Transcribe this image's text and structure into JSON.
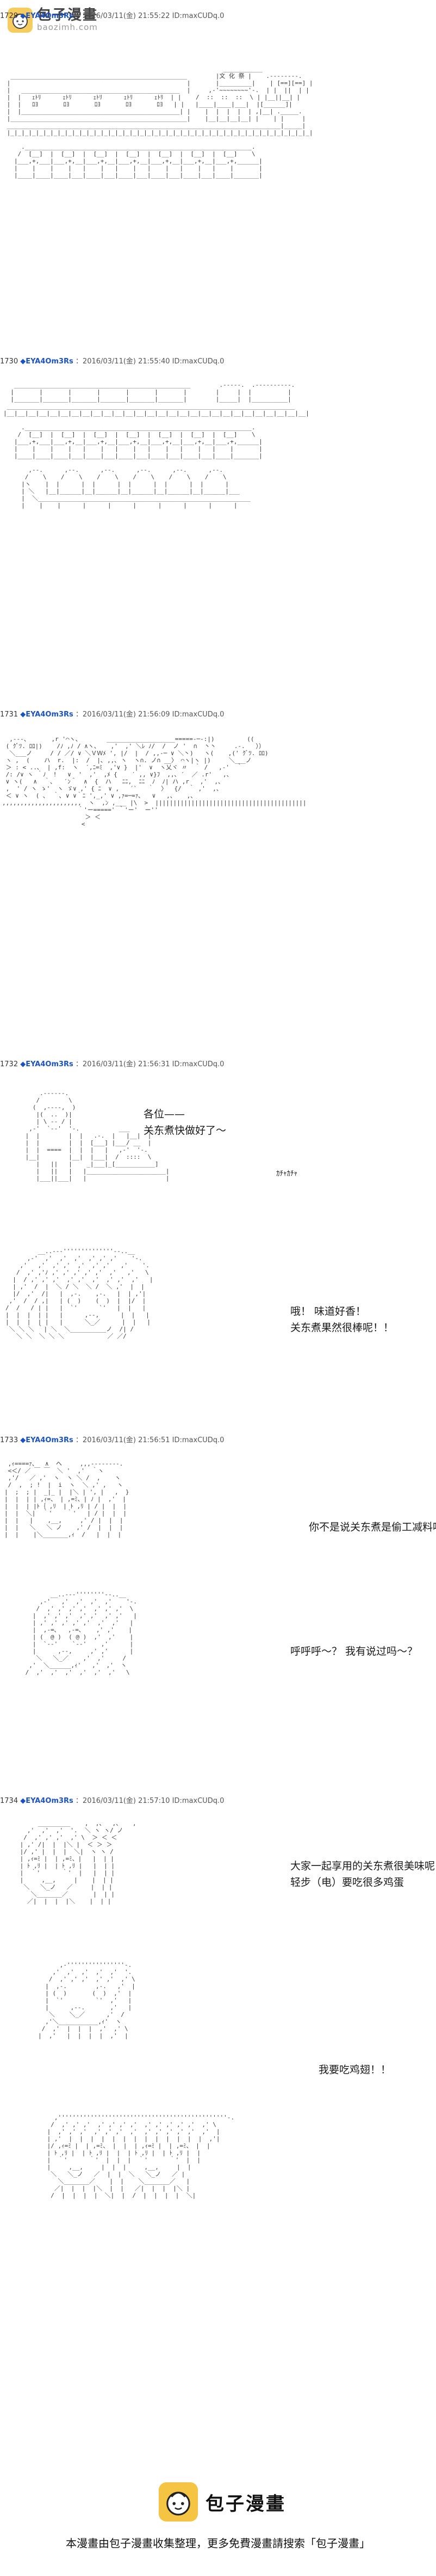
{
  "watermark": {
    "name": "包子漫畫",
    "domain": "baozimh.com",
    "icon": "baozi-face-icon"
  },
  "posts": [
    {
      "num": "1729",
      "name": "◆EYA4Om3Rs",
      "meta": "：2016/03/11(金) 21:55:22 ID:maxCUDq.0"
    },
    {
      "num": "1730",
      "name": "◆EYA4Om3Rs",
      "meta": "：2016/03/11(金) 21:55:40 ID:maxCUDq.0"
    },
    {
      "num": "1731",
      "name": "◆EYA4Om3Rs",
      "meta": "：2016/03/11(金) 21:56:09 ID:maxCUDq.0"
    },
    {
      "num": "1732",
      "name": "◆EYA4Om3Rs",
      "meta": "：2016/03/11(金) 21:56:31 ID:maxCUDq.0"
    },
    {
      "num": "1733",
      "name": "◆EYA4Om3Rs",
      "meta": "：2016/03/11(金) 21:56:51 ID:maxCUDq.0"
    },
    {
      "num": "1734",
      "name": "◆EYA4Om3Rs",
      "meta": "：2016/03/11(金) 21:57:10 ID:maxCUDq.0"
    }
  ],
  "speech": {
    "s1": "各位——\n关东煮快做好了～",
    "s1_sfx": "ｶﾁｬｶﾁｬ",
    "s2": "哦！ 味道好香！\n关东煮果然很棒呢！！",
    "s3": "你不是说关东煮是偷工减料吗？",
    "s4": "呼呼呼～？ 我有说过吗～？",
    "s5": "大家一起享用的关东煮很美味呢\n轻步（电）要吃很多鸡蛋",
    "s6": "我要吃鸡翅！！"
  },
  "aa": {
    "a1": "                                                             ___________\n  _________________________________________________        |文 化 祭 |    .--------.\n |                                                 |       |_________|    | [==][==] |\n |   ____________________________________________  |     ,-'~~~~~~~~'-.  | |  ||  | |\n |  |   ｪﾄﾘ      ｪﾄﾘ      ｪﾄﾘ      ｪﾄﾘ      ｪﾄﾘ  | |    /  ::  ::  ::  \\ | |__||__| |\n |  |   ﾛﾖ       ﾛﾖ       ﾛﾖ       ﾛﾖ       ﾛﾖ   | |   |____|____|___|  |[______]|\n |  |____________________________________________| |    |  |  |  |  | ,|__| ._____.\n |_________________________________________________|    |__|__|__|__| |    | |     |\n ____________________________________________________________________________|_____|\n |_|_|_|_|_|_|_|_|_|_|_|_|_|_|_|_|_|_|_|_|_|_|_|_|_|_|_|_|_|_|_|_|_|_|_|_|_|_|_|_|_|_|\n\n     ._______________________________________________________________.\n    /  [__]  |  [__]  |  [__]  |  [__]  |  [__]  |  [__]  |  [__]    \\\n   |___,+,___|___,+,__|___,+,__|___,+,__|___,+,__|___,+,__|___,+,______|\n   |    |    |    |   |    |   |    |   |    |   |    |   |    |       |\n   |____|____|____|___|____|___|____|___|____|___|____|___|____|_______|\n",
    "a2": "   _________________________________________________        .-----.  .----------.\n  |       |       |       |       |       |       |        |     |  |          |\n  |_______|_______|_______|_______|_______|_______|        |_____|  |__________|\n ________________________________________________________________________________\n|__|__|__|__|__|__|__|__|__|__|__|__|__|__|__|__|__|__|__|__|__|__|__|__|__|__|__|__|\n\n     ._______________________________________________________________.\n    /  [__]  |  [__]  |  [__]  |  [__]  |  [__]  |  [__]  |  [__]    \\\n   |___,+,___|___,+,__|___,+,__|___,+,__|___,+,__|___,+,__|___,+,______|\n   |    |    |    |   |    |   |    |   |    |   |    |   |    |       |\n   |____|____|____|___|____|___|____|___|____|___|____|___|____|_______|\n\n       ,--.      ,--.      ,--.      ,--.      ,--.      ,--.\n      /    \\    /    \\    /    \\    /    \\    /    \\    /    \\\n     |ヽ    |  |      |  |      |  |      |  |      |  |      |\n     | ＼   |__|______|__|______|__|______|__|______|__|______|___\n     |  ＼___________________________________________________________\n     |    |    |      |      |      |      |      |      |      |\n",
    "a3": "  ,---、      ,r '⌒ヽ、       ___________________=====-─-:|)         ((\n ( ｸﾞﾂ. ﾛﾛ|)    /ﾉ ,ﾉ / ∧ヽ、   ,'  ,' ＼ﾚ ﾉ/  /  ノ '  ∩  丶丶     .-.   ））\n  ＼___ノ     / / ／/ ∨ ＼ＶＷﾒ ', |/  |  / ,,-─ ∨ ＼丶)   ヽ(    ,(' ｸﾞﾂ. ﾛﾛ)\n ヽ ,  (    ハ  r.  |:  /  |､ ,,､ ヽ  ヽ∩. ノ∩ __〉 ⌒ヽ|ヽ |)     ＼___ノ\n ＞ : < ..､  | ,f:  ヽ  ′,ﾆ=ﾐ  ,'∨ }  |'  ∨  ヽ乂ヾ 〃  ｀ /   ,-'  ｀\n /: /∨ ヽ ｀ﾉ  !   ∨  '  ,'  ,ﾒ {    ′ ,, ∨}ﾌ  ,,､ ′  ／ .r'   ,、\n ∨ ヽ(   ∧  ｀､   ′ﾝ＾  ∧  {  ハ   ﾆﾆ,  ﾆﾆ  ﾉ  ﾉ| ハ ,r   ,'  ,、\n ,  ' / ヽ ゝ'  ヽ ゞ∨ ,' { ﾆ  ∨ ,   ´`   ｀  〉  {/  ｀ ,'  ,、\n ＜ ∨ ヽ  ( ､  ｀､ ∨ ∨｀ﾆ ',_,' ∨ ,ｧ=─=ｧ､   ∨   ,、   ,、\n,,,,,,,,,,,,,,,,,,,,,,  ヽ  ,ﾝ ,___ |\\  >  ||||||||||||||||||||||||||||||||||||||||||\n                     ｀'ー=====' ｀'ー'  ー''\n                       ＞ ＜\n                      <\n",
    "a4": "     .------.\n    /        \\\n   (  ,----,  )\n    |(  ..  )|\n    | \\ -- / |\n  ,-'  `--'  '-.           ___     __\n |  |        |  |   .-.  |   |__|  |\n |  |        |  |  [___] |___/ __  |\n |  |  ====  |  |  |   |   ,-'  '-.\n |__|        |__|  |___|  /  ::::  \\\n    |   ||   |    _|___|_[___________]\n    |   ||   |   |______________________|\n    |___||___|   |                      |\n",
    "a5": "         __..---''''''''''''''--..__\n      ,-'  ,'  ,'  ,'  ,' ,' ,'    '-.\n    ,'   ,'  ,' ,'  ,'  ,' ,'   ,'    '.\n   /  ,' ,'ﾉ ,' ,' ,' ,' ,'  ,'   ,'   \\\n  |  / ,' ,' ,'  ,' ,'  ,'  ,' ,'  ,'   |\n  | ,'  /  |  ＼ / ＼  ＼ /  ＼ ,'  |  |\n  |/  ,'  /|   |  ,-.    ,-.   |  | ,'|\n ,'  /  / ,|   | (  )    (  )  |  |/  |\n/  /   / | |   |  `'      `'   |  |   |\n|  |  |  | |   |      ,--,      |  |   |\n|  |  |  | |   |      ＼_／      |  |   |\n ＼ ＼ ＼ ｀| ＼  ＼__________ノ  /| /\n   ＼ ＼  ＼ ＼ ＼            ／ ／/\n",
    "a6": " ,ｨ====ｧ、  ∧  ヘ     ,,,--------.\n <＜/ ／ ￣ ￣  ＼ '  ,'  ｀ヽ\n ,'/   ／ ,'  ヽ  ヽ ＼ /  ,    ヽ\n /  ,  ; !  |  i  ヽ  ＼ ,' ,   ヽ\n|  ;  ; |  _|_ |  |＼ | ', |   ,  }\n|  |  | | ,ｨ=、 | ,=ﾐ、| ﾉ |  ,'  |\n|  |  | |ﾄ｛ ,ﾘ  | ﾄ ,ﾘ | / |  |  |\n|  |  ＼|  ｀'    ｀'   | / |  |  |\n|  |   |    ,__,     ,' / |  |  |\n|  |   ＼   ＼ ノ    ,' /  |  |  |\n|  |    |＼_______,ｨ  /   |  |  |\n",
    "a7": "        __..---''''''''--..__\n     ,-'   ,'  ,'  ,'  ,'    '-.\n    /  ,' ,' ,' ,'  ,' ,' ,'  \\\n   |  ,' ,' ,'  ,' ,'  ,' ,'   |\n   | ,' ,' ,' ,' ,'  ,'  ,'   |\n   |  ,-=､   ,-=､    ,' ,'    |\n   | (  @ )  ( @ )  ,'  ,'    |\n   |  `--'    `--'    ,'      |\n   |      ,--,     ,' ,'      |\n    ＼   ＼_／    ,'  ,'     /\n  ,'  ＼______,ｨ'   ,'  ,'  ヽ\n /  ,'  ,'  ,'  ,'  ,'  ,'   \\\n",
    "a8": "      _________    ,  ,、  ,、   ,\n   ,'  ,'  ,'  '.  ＼ ヽ ヽ/ ノ\n  /  ,' ,' ,'  ,' \\  ＞ ＜ ＜\n | ,' /|  |  |＼ |  ＜ ＞ ＞\n |/ ,' |  |  |  ＼|  ヽ ヽ /\n | ,ｨ=ﾐ |  | ,=ﾐ、|   |  | |\n | ﾄ ,ﾘ |  | ﾄ ,ﾘ |   |  | |\n |  ｀'      ｀'  |   |  | |\n |     ,__,     |    |  | |\n  ＼   ＼_ノ   ／     |  | |\n    ＼_______／       |  | |\n   ／|  |  |  |＼    |  | |\n",
    "a9": "      ,-''''''''''''''''-.\n    ,'  ,'  ,'  ,'  ,'  '.\n   /  ,' ,' ,'  ,' ,'  ,' \\\n  |  ,-.        ,-.   ,'  |\n  | (  )       (  )  ,'  |\n  |  `'         `'  ,'   |\n  |      ,--.       ,'   |\n   ＼    ＼_／      ,'  /\n  ,'＼___________,ｨ'  ヽ\n /  ,'  |  |  |  ,'  ,' \\\n|  ,'   |  |  |  |  ,'  |\n",
    "a10": "   ,'''''''''''''''''''''''''''''''''''''''''''''''-.\n  /  ,' ,' ,'  ,' ,' ,' ,'  ,' ,' ,' ,' ,'  ,' \\\n |  ,' ,' ,'  ,' ,' ,'  ,'  ,' ,' ,' ,' ,'  ,'  |\n | ,'  |  |  |  |  |  |  |  |  |  |  |  |  |  ,'|\n |/ ,ｨ=ﾐ |  | ,=ﾐ、 |  |  | ,ｨ=ﾐ |  | ,=ﾐ、 |  |\n | ﾄ ,ﾘ |  | ﾄ ,ﾘ |  |  | ﾄ ,ﾘ |  | ﾄ ,ﾘ |  |\n |  ｀'      ｀'  |  |  |  ｀'      ｀'  |  |\n |     ,__,     |  |  |     ,__,     |  |\n  ＼   ＼_ノ   ／  |  |  ＼   ＼_ノ   ／ |\n    ＼_______／    |  |    ＼_______／   |\n   ／|  |  |  |＼  |  |   ／|  |  |  |＼ |\n  /  |  |  |  |  ＼|  |  /  |  |  |  |  ＼|\n"
  },
  "footer": {
    "name": "包子漫畫",
    "text": "本漫畫由包子漫畫收集整理，更多免費漫畫請搜索「包子漫畫」",
    "icon": "baozi-face-icon"
  }
}
